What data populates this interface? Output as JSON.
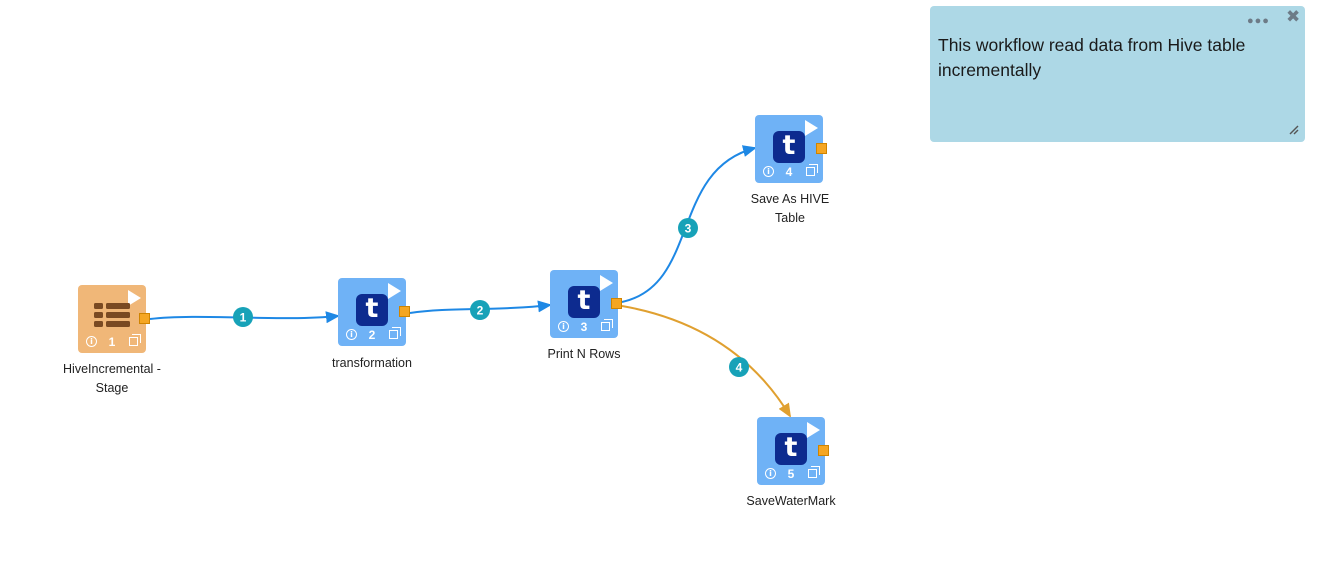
{
  "nodes": [
    {
      "index": "1",
      "label_lines": [
        "HiveIncremental -",
        "Stage"
      ],
      "kind": "table-icon"
    },
    {
      "index": "2",
      "label_lines": [
        "transformation"
      ],
      "kind": "t-icon"
    },
    {
      "index": "3",
      "label_lines": [
        "Print N Rows"
      ],
      "kind": "t-icon"
    },
    {
      "index": "4",
      "label_lines": [
        "Save As HIVE",
        "Table"
      ],
      "kind": "t-icon"
    },
    {
      "index": "5",
      "label_lines": [
        "SaveWaterMark"
      ],
      "kind": "t-icon"
    }
  ],
  "node_glyph": "t",
  "edges": [
    {
      "label": "1",
      "from": "1",
      "to": "2",
      "color": "#1e88e5"
    },
    {
      "label": "2",
      "from": "2",
      "to": "3",
      "color": "#1e88e5"
    },
    {
      "label": "3",
      "from": "3",
      "to": "4",
      "color": "#1e88e5"
    },
    {
      "label": "4",
      "from": "3",
      "to": "5",
      "color": "#e0a030"
    }
  ],
  "colors": {
    "badge": "#17a2b8",
    "blue_node": "#6fb2f6",
    "orange_node": "#f0b778",
    "note_bg": "#add8e6"
  },
  "note": {
    "text": "This workflow read data from Hive table incrementally",
    "menu_icon": "ellipsis-icon",
    "close_icon": "close-icon"
  }
}
